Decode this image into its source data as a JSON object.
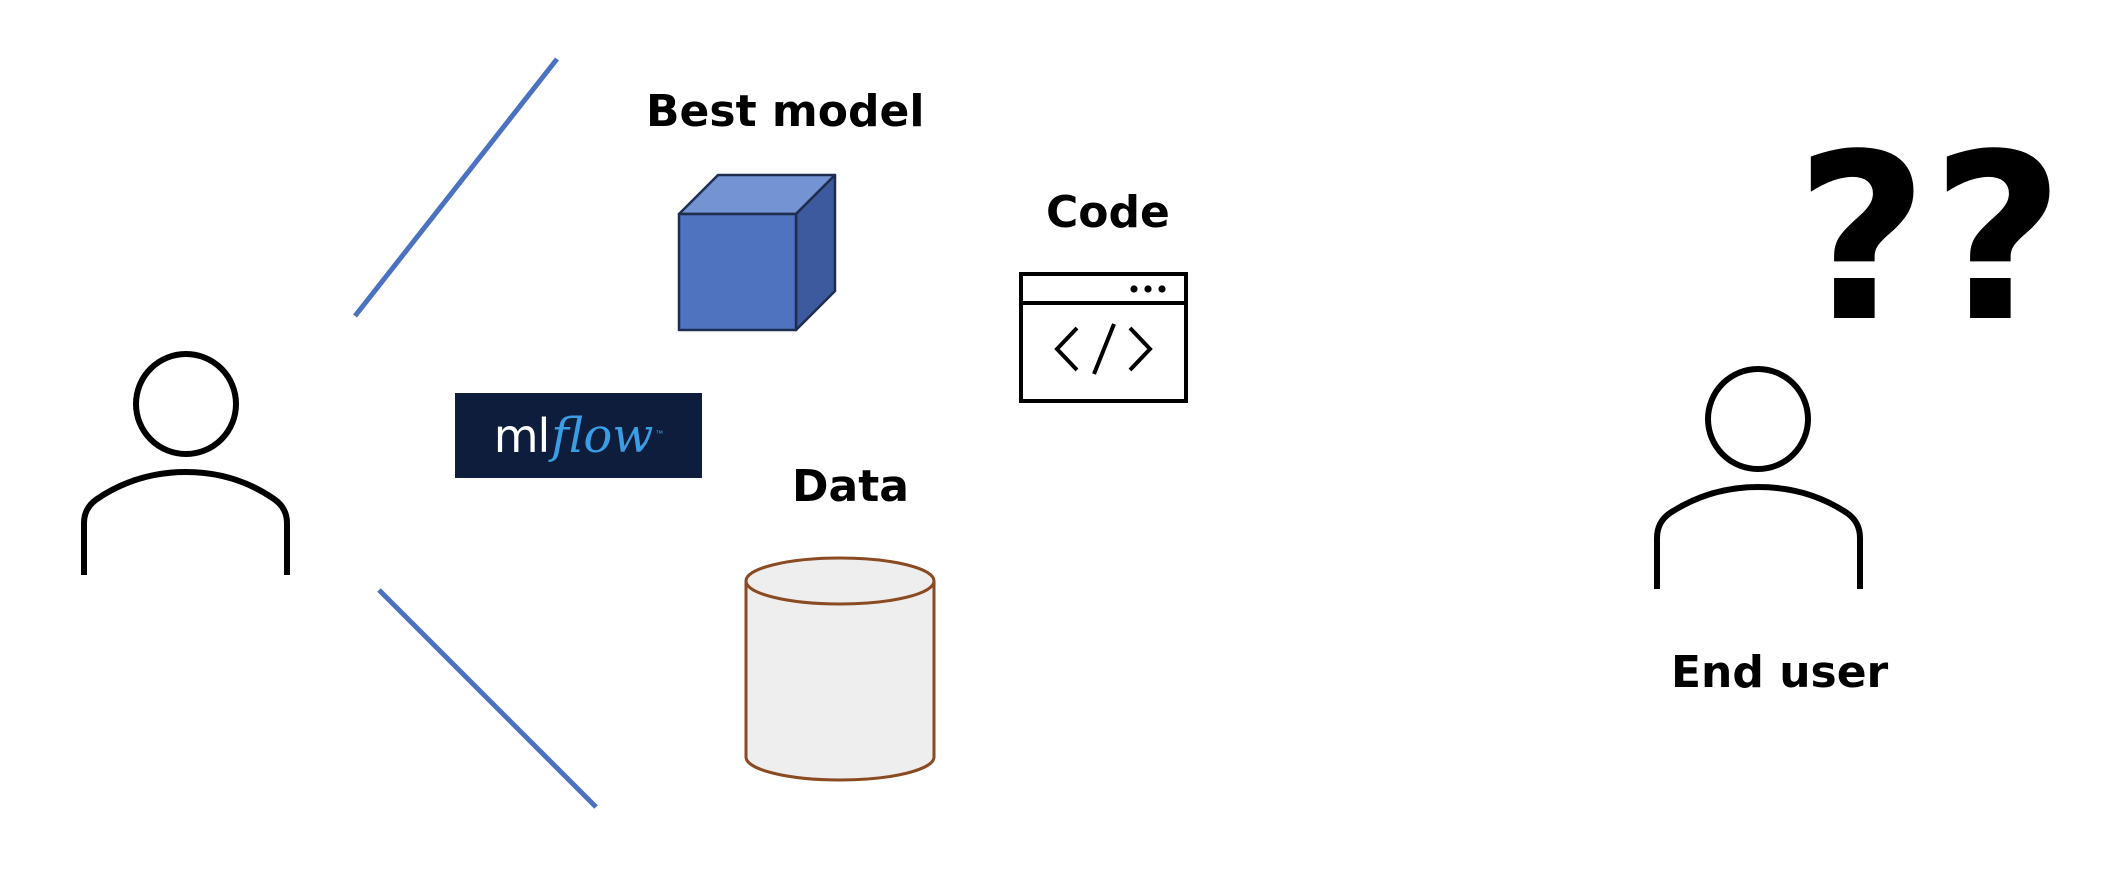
{
  "labels": {
    "best_model": "Best model",
    "code": "Code",
    "data": "Data",
    "end_user": "End user"
  },
  "logo": {
    "ml": "ml",
    "flow": "flow",
    "tm": "™"
  },
  "question_marks": [
    "?",
    "?"
  ],
  "colors": {
    "connector_line": "#4a72c0",
    "cube_front": "#4f73bf",
    "cube_top": "#7393d2",
    "cube_side": "#3d5a9e",
    "cube_edge": "#1f2d4f",
    "cylinder_fill": "#eeeeee",
    "cylinder_stroke": "#8a4a22",
    "logo_background": "#0f1d3d",
    "logo_accent": "#3a9ee6"
  },
  "icons": {
    "scientist": "person-outline-icon",
    "end_user": "person-outline-icon",
    "model": "cube-icon",
    "code": "code-window-icon",
    "data": "database-cylinder-icon"
  }
}
